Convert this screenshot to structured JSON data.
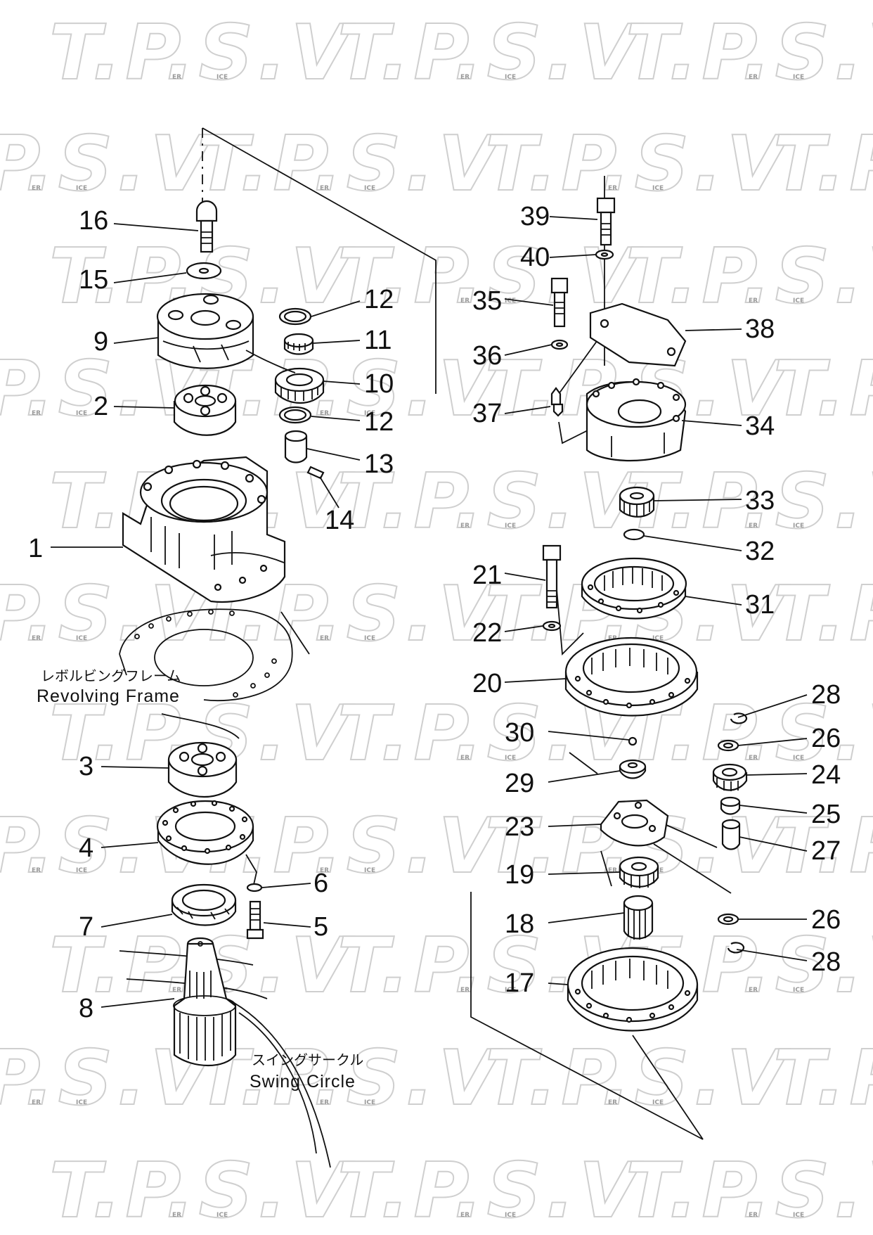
{
  "watermark": {
    "text": "T.P.S.V",
    "suffix_er": "ER",
    "suffix_ice": "ICE"
  },
  "captions": {
    "revolving_frame_jp": "レボルビングフレーム",
    "revolving_frame_en": "Revolving  Frame",
    "swing_circle_jp": "スイングサークル",
    "swing_circle_en": "Swing  Circle"
  },
  "callouts": [
    {
      "id": "16",
      "text": "16"
    },
    {
      "id": "15",
      "text": "15"
    },
    {
      "id": "9",
      "text": "9"
    },
    {
      "id": "2",
      "text": "2"
    },
    {
      "id": "12a",
      "text": "12"
    },
    {
      "id": "11",
      "text": "11"
    },
    {
      "id": "10",
      "text": "10"
    },
    {
      "id": "12b",
      "text": "12"
    },
    {
      "id": "13",
      "text": "13"
    },
    {
      "id": "14",
      "text": "14"
    },
    {
      "id": "1",
      "text": "1"
    },
    {
      "id": "3",
      "text": "3"
    },
    {
      "id": "4",
      "text": "4"
    },
    {
      "id": "6",
      "text": "6"
    },
    {
      "id": "7",
      "text": "7"
    },
    {
      "id": "5",
      "text": "5"
    },
    {
      "id": "8",
      "text": "8"
    },
    {
      "id": "39",
      "text": "39"
    },
    {
      "id": "40",
      "text": "40"
    },
    {
      "id": "35",
      "text": "35"
    },
    {
      "id": "38",
      "text": "38"
    },
    {
      "id": "36",
      "text": "36"
    },
    {
      "id": "37",
      "text": "37"
    },
    {
      "id": "34",
      "text": "34"
    },
    {
      "id": "33",
      "text": "33"
    },
    {
      "id": "32",
      "text": "32"
    },
    {
      "id": "21",
      "text": "21"
    },
    {
      "id": "31",
      "text": "31"
    },
    {
      "id": "22",
      "text": "22"
    },
    {
      "id": "20",
      "text": "20"
    },
    {
      "id": "28a",
      "text": "28"
    },
    {
      "id": "30",
      "text": "30"
    },
    {
      "id": "26a",
      "text": "26"
    },
    {
      "id": "29",
      "text": "29"
    },
    {
      "id": "24",
      "text": "24"
    },
    {
      "id": "25",
      "text": "25"
    },
    {
      "id": "23",
      "text": "23"
    },
    {
      "id": "27",
      "text": "27"
    },
    {
      "id": "19",
      "text": "19"
    },
    {
      "id": "18",
      "text": "18"
    },
    {
      "id": "26b",
      "text": "26"
    },
    {
      "id": "28b",
      "text": "28"
    },
    {
      "id": "17",
      "text": "17"
    }
  ]
}
